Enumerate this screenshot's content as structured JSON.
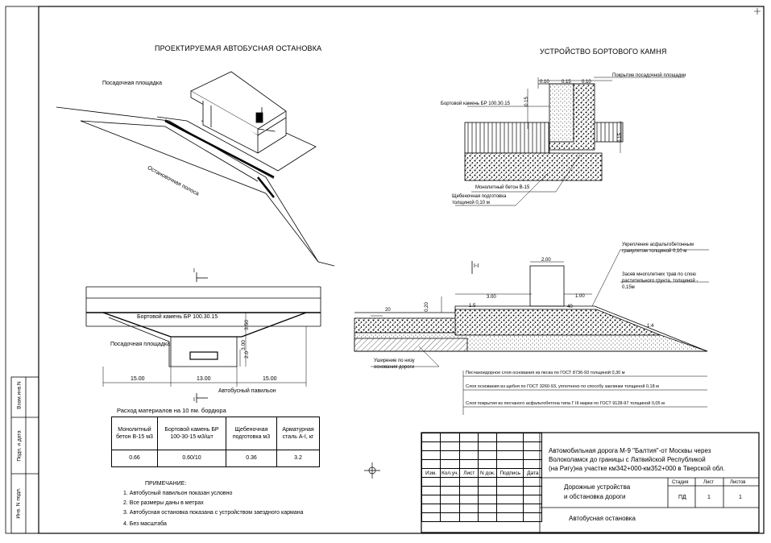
{
  "drawing": {
    "titles": {
      "bus_stop": "ПРОЕКТИРУЕМАЯ АВТОБУСНАЯ ОСТАНОВКА",
      "curb": "УСТРОЙСТВО БОРТОВОГО КАМНЯ",
      "section": "I-I",
      "materials": "Расход материалов на 10 пм. бордюра",
      "notes_title": "ПРИМЕЧАНИЕ:"
    },
    "perspective_labels": {
      "platform": "Посадочная площадка",
      "stop_lane": "Остановочная полоса"
    },
    "plan_labels": {
      "curb": "Бортовой камень БР 100.30.15",
      "platform": "Посадочная площадка",
      "pavilion": "Автобусный павильон",
      "section_mark": "I",
      "dims": [
        "15.00",
        "13.00",
        "15.00",
        "3.00",
        "2.0",
        "3.50"
      ]
    },
    "curb_labels": {
      "coating": "Покрытие посадочной площадки",
      "stone": "Бортовой камень БР 100.30.15",
      "concrete": "Монолитный бетон В-15",
      "gravel": "Щебеночная подготовка толщиной 0,10 м",
      "dims": [
        "0.10",
        "0.15",
        "0.10",
        "0.15",
        "0.15"
      ]
    },
    "section_labels": {
      "reinforce": "Укрепление асфальтобетонным гранулятом толщиной 0,10 м",
      "seeding": "Засев многолетних трав по слою растительного грунта, толщиной - 0,15м",
      "widening": "Уширение по низу основания дороги",
      "layer1": "Песчаноедорное слоя основания из песка по ГОСТ 8736-93 толщиной 0,30 м",
      "layer2": "Слоя основания из щебня по ГОСТ 3260-93, уплотнено по способу заклинки толщиной 0,18 м",
      "layer3": "Слоя покрытия из песчаного асфальтобетона типа Г III марки по ГОСТ 9128-97 толщиной 0,05 м",
      "dims": [
        "2.00",
        "3.00",
        "1.00",
        "20",
        "0.20",
        "1:4",
        "40",
        "1.5"
      ]
    },
    "materials_table": {
      "headers": [
        "Монолитный бетон В-15 м3",
        "Бортовой камень БР 100-30-15 м3/шт",
        "Щебеночная подготовка м3",
        "Арматурная сталь А-I, кг"
      ],
      "values": [
        "0.66",
        "0.60/10",
        "0.36",
        "3.2"
      ]
    },
    "notes": [
      "1.  Автобусный павильон показан условно",
      "2.  Все размеры даны в метрах",
      "3.  Автобусная остановка показана с устройством заездного кармана",
      "4.  Без масштаба"
    ],
    "side_stamp": [
      "Взам.инв.N",
      "Подп. и дата",
      "Инв. N подл."
    ],
    "stamp": {
      "headers": [
        "Изм.",
        "Кол.уч.",
        "Лист",
        "N док.",
        "Подпись",
        "Дата"
      ],
      "project": "Автомобильная дорога М-9 \"Балтия\"-от Москвы через Волоколамск до границы с Латвийской Республикой (на Ригу)на участке км342+000-км352+000 в Тверской обл.",
      "project_lines": [
        "Автомобильная дорога М-9 \"Балтия\"-от Москвы через",
        "Волоколамск до границы с Латвийской Республикой",
        "(на Ригу)на участке км342+000-км352+000 в Тверской обл."
      ],
      "section_lines": [
        "Дорожные устройства",
        "и обстановка дороги"
      ],
      "sheet_title": "Автобусная остановка",
      "col_stage": "Стадия",
      "col_sheet": "Лист",
      "col_sheets": "Листов",
      "stage": "ПД",
      "sheet": "1",
      "sheets": "1"
    }
  }
}
